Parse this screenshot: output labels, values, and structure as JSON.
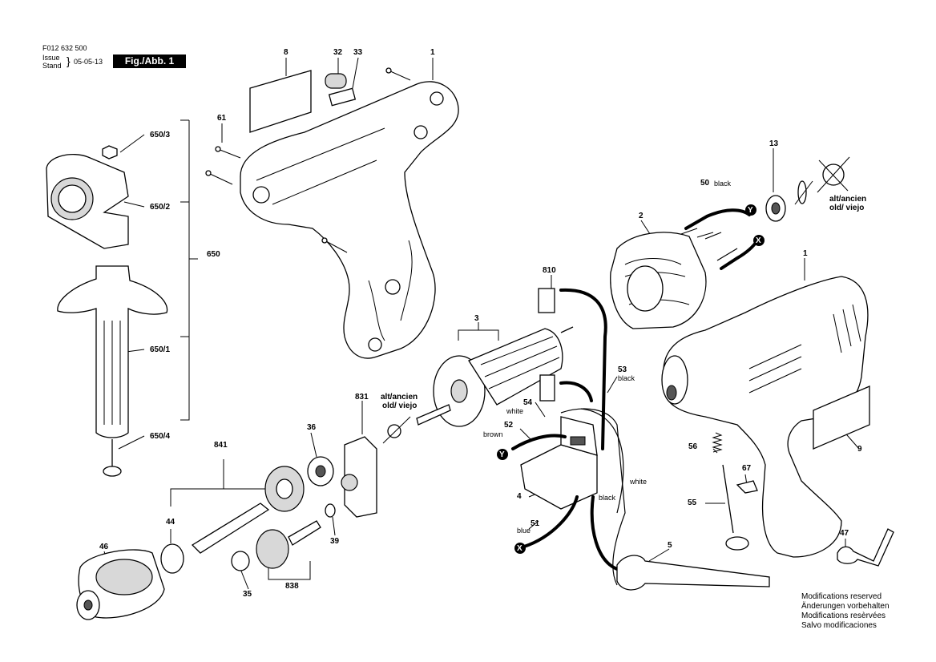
{
  "header": {
    "part_number": "F012 632 500",
    "issue_label": "Issue",
    "stand_label": "Stand",
    "date": "05-05-13",
    "figure": "Fig./Abb. 1"
  },
  "labels": {
    "p1a": "1",
    "p8": "8",
    "p32": "32",
    "p33": "33",
    "p61": "61",
    "p650_3": "650/3",
    "p650_2": "650/2",
    "p650": "650",
    "p650_1": "650/1",
    "p650_4": "650/4",
    "p13": "13",
    "p50": "50",
    "p50_color": "black",
    "p2": "2",
    "p1b": "1",
    "p810": "810",
    "p3": "3",
    "p53": "53",
    "p53_color": "black",
    "p54": "54",
    "p54_color": "white",
    "p52": "52",
    "p52_color": "brown",
    "p4": "4",
    "p51": "51",
    "p51_color": "blue",
    "p_black": "black",
    "p_white": "white",
    "p831": "831",
    "p36": "36",
    "p841": "841",
    "p44": "44",
    "p46": "46",
    "p35": "35",
    "p838": "838",
    "p39": "39",
    "p5": "5",
    "p9": "9",
    "p56": "56",
    "p67": "67",
    "p55": "55",
    "p47": "47",
    "markY": "Y",
    "markX": "X"
  },
  "old_tag": {
    "line1": "alt/ancien",
    "line2": "old/ viejo"
  },
  "notes": [
    "Modifications reserved",
    "Änderungen vorbehalten",
    "Modifications resèrvées",
    "Salvo modificaciones"
  ]
}
